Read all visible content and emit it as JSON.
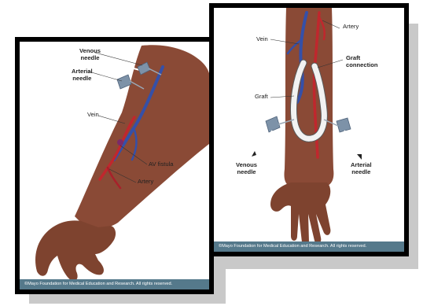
{
  "left_panel": {
    "labels": {
      "venous_needle": "Venous\nneedle",
      "arterial_needle": "Arterial\nneedle",
      "vein": "Vein",
      "av_fistula": "AV fistula",
      "artery": "Artery"
    },
    "copyright": "©Mayo Foundation for Medical Education and Research.  All rights reserved."
  },
  "right_panel": {
    "labels": {
      "vein": "Vein",
      "artery": "Artery",
      "graft_connection": "Graft\nconnection",
      "graft": "Graft",
      "venous_needle": "Venous\nneedle",
      "arterial_needle": "Arterial\nneedle"
    },
    "copyright": "©Mayo Foundation for Medical Education and Research.  All rights reserved."
  },
  "colors": {
    "skin": "#8a4a36",
    "vein": "#3550a8",
    "artery": "#c0272d",
    "graft": "#f2f2f2",
    "needle": "#7d92a8",
    "footer": "#55798b"
  }
}
